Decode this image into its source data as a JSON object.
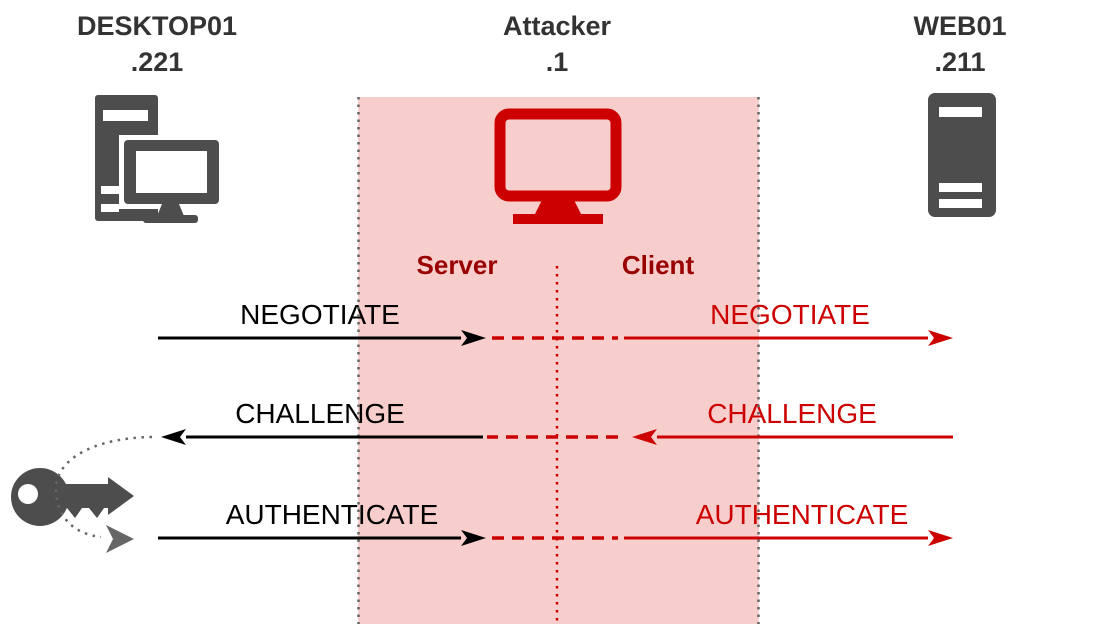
{
  "nodes": {
    "desktop": {
      "name": "DESKTOP01",
      "ip": ".221"
    },
    "attacker": {
      "name": "Attacker",
      "ip": ".1"
    },
    "web": {
      "name": "WEB01",
      "ip": ".211"
    }
  },
  "zone": {
    "server_label": "Server",
    "client_label": "Client"
  },
  "messages": [
    {
      "victim_side": "NEGOTIATE",
      "target_side": "NEGOTIATE",
      "direction": "left-to-right"
    },
    {
      "victim_side": "CHALLENGE",
      "target_side": "CHALLENGE",
      "direction": "right-to-left"
    },
    {
      "victim_side": "AUTHENTICATE",
      "target_side": "AUTHENTICATE",
      "direction": "left-to-right"
    }
  ],
  "icons": {
    "desktop": "desktop-computer-icon",
    "attacker": "monitor-icon",
    "web": "server-icon",
    "key": "key-icon"
  },
  "colors": {
    "attack_red": "#cc0000",
    "zone_fill": "#f8cecc",
    "role_text": "#990000",
    "device_gray": "#4d4d4d",
    "title_text": "#333333",
    "relay_black": "#000000",
    "dotted_border_gray": "#666666"
  }
}
